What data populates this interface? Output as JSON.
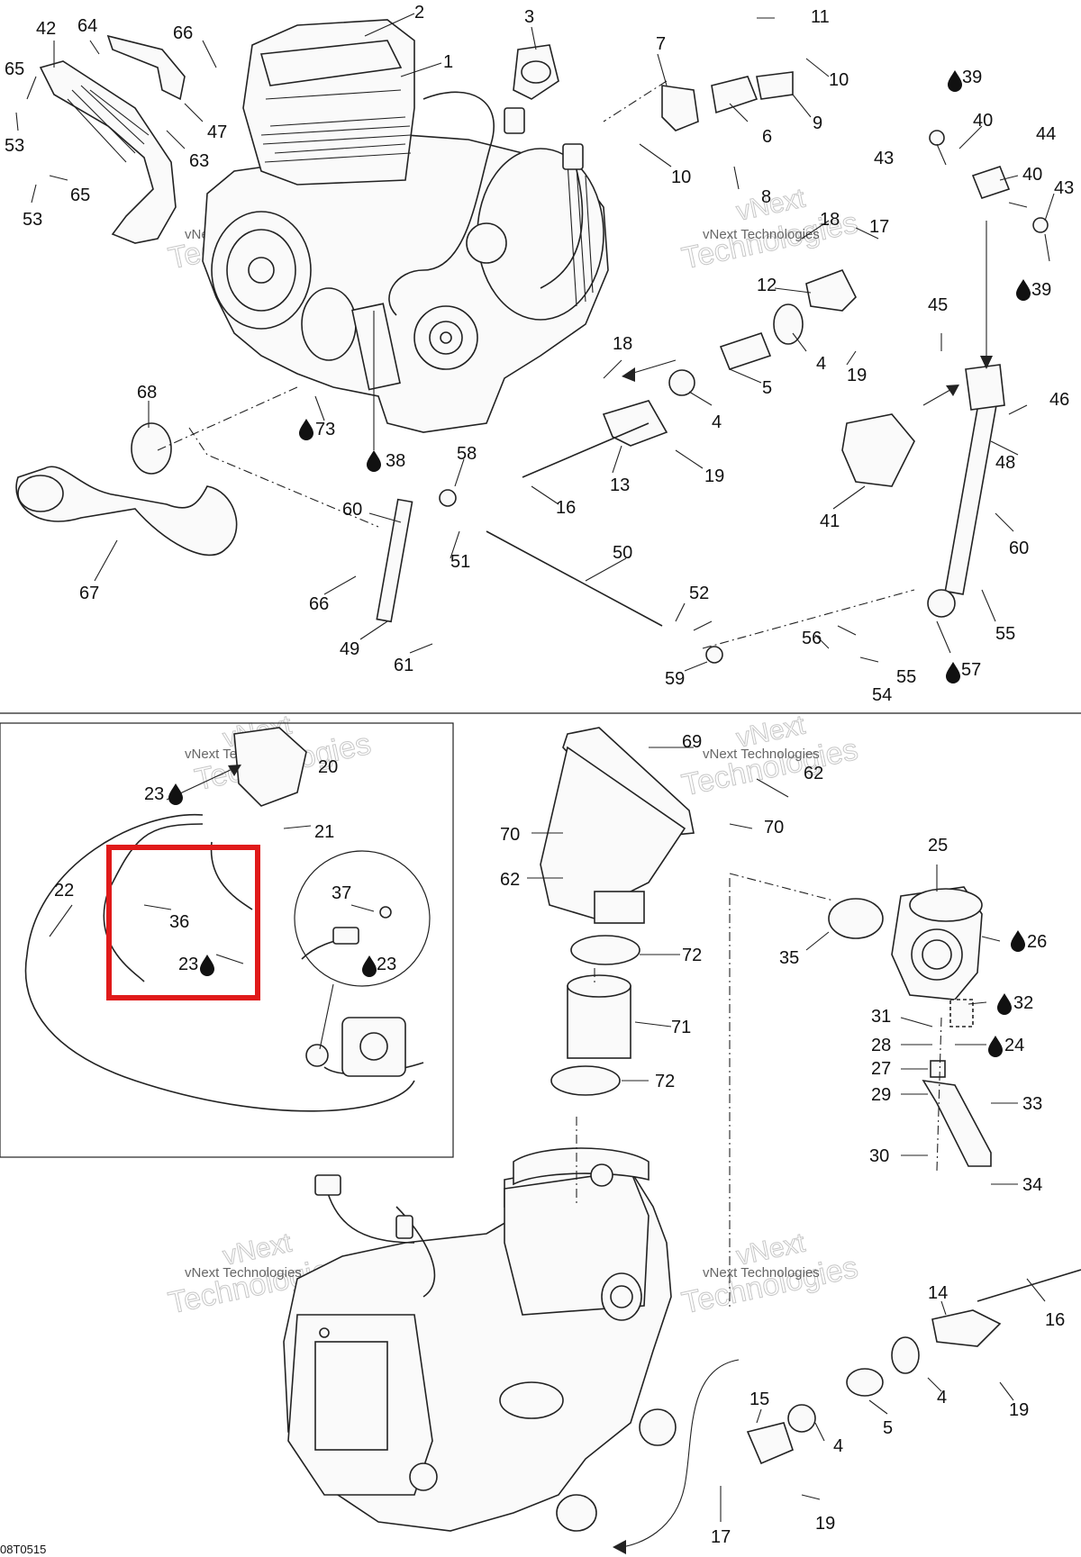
{
  "reference_code": "08T0515",
  "watermark": {
    "line1": "vNext",
    "line2": "Technologies",
    "small": "vNext Technologies"
  },
  "highlight_color": "#e01a1a",
  "callouts": {
    "c1": "1",
    "c2": "2",
    "c3": "3",
    "c4a": "4",
    "c4b": "4",
    "c4c": "4",
    "c4d": "4",
    "c5a": "5",
    "c5b": "5",
    "c6": "6",
    "c7": "7",
    "c8": "8",
    "c9": "9",
    "c10a": "10",
    "c10b": "10",
    "c11": "11",
    "c12": "12",
    "c13": "13",
    "c14": "14",
    "c15": "15",
    "c16a": "16",
    "c16b": "16",
    "c17a": "17",
    "c17b": "17",
    "c18a": "18",
    "c18b": "18",
    "c19a": "19",
    "c19b": "19",
    "c19c": "19",
    "c19d": "19",
    "c20": "20",
    "c21": "21",
    "c22": "22",
    "c23a": "23",
    "c23b": "23",
    "c23c": "23",
    "c24": "24",
    "c25": "25",
    "c26": "26",
    "c27": "27",
    "c28": "28",
    "c29": "29",
    "c30": "30",
    "c31": "31",
    "c32": "32",
    "c33": "33",
    "c34": "34",
    "c35": "35",
    "c36": "36",
    "c37": "37",
    "c38": "38",
    "c39a": "39",
    "c39b": "39",
    "c40a": "40",
    "c40b": "40",
    "c41": "41",
    "c42": "42",
    "c43a": "43",
    "c43b": "43",
    "c44": "44",
    "c45": "45",
    "c46": "46",
    "c47": "47",
    "c48": "48",
    "c49": "49",
    "c50": "50",
    "c51": "51",
    "c52": "52",
    "c53a": "53",
    "c53b": "53",
    "c54": "54",
    "c55a": "55",
    "c55b": "55",
    "c56": "56",
    "c57": "57",
    "c58": "58",
    "c59": "59",
    "c60a": "60",
    "c60b": "60",
    "c61": "61",
    "c62a": "62",
    "c62b": "62",
    "c63": "63",
    "c64": "64",
    "c65a": "65",
    "c65b": "65",
    "c66a": "66",
    "c66b": "66",
    "c67": "67",
    "c68": "68",
    "c69": "69",
    "c70a": "70",
    "c70b": "70",
    "c71": "71",
    "c72a": "72",
    "c72b": "72",
    "c73": "73"
  }
}
